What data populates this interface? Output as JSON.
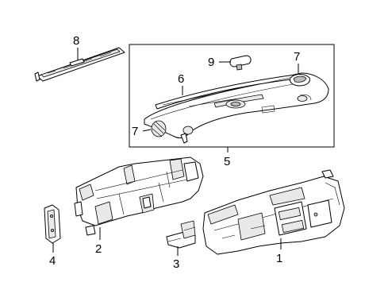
{
  "diagram": {
    "callouts": [
      {
        "id": "c1",
        "label": "1"
      },
      {
        "id": "c2",
        "label": "2"
      },
      {
        "id": "c3",
        "label": "3"
      },
      {
        "id": "c4",
        "label": "4"
      },
      {
        "id": "c5",
        "label": "5"
      },
      {
        "id": "c6",
        "label": "6"
      },
      {
        "id": "c7a",
        "label": "7"
      },
      {
        "id": "c7b",
        "label": "7"
      },
      {
        "id": "c8",
        "label": "8"
      },
      {
        "id": "c9",
        "label": "9"
      }
    ]
  }
}
